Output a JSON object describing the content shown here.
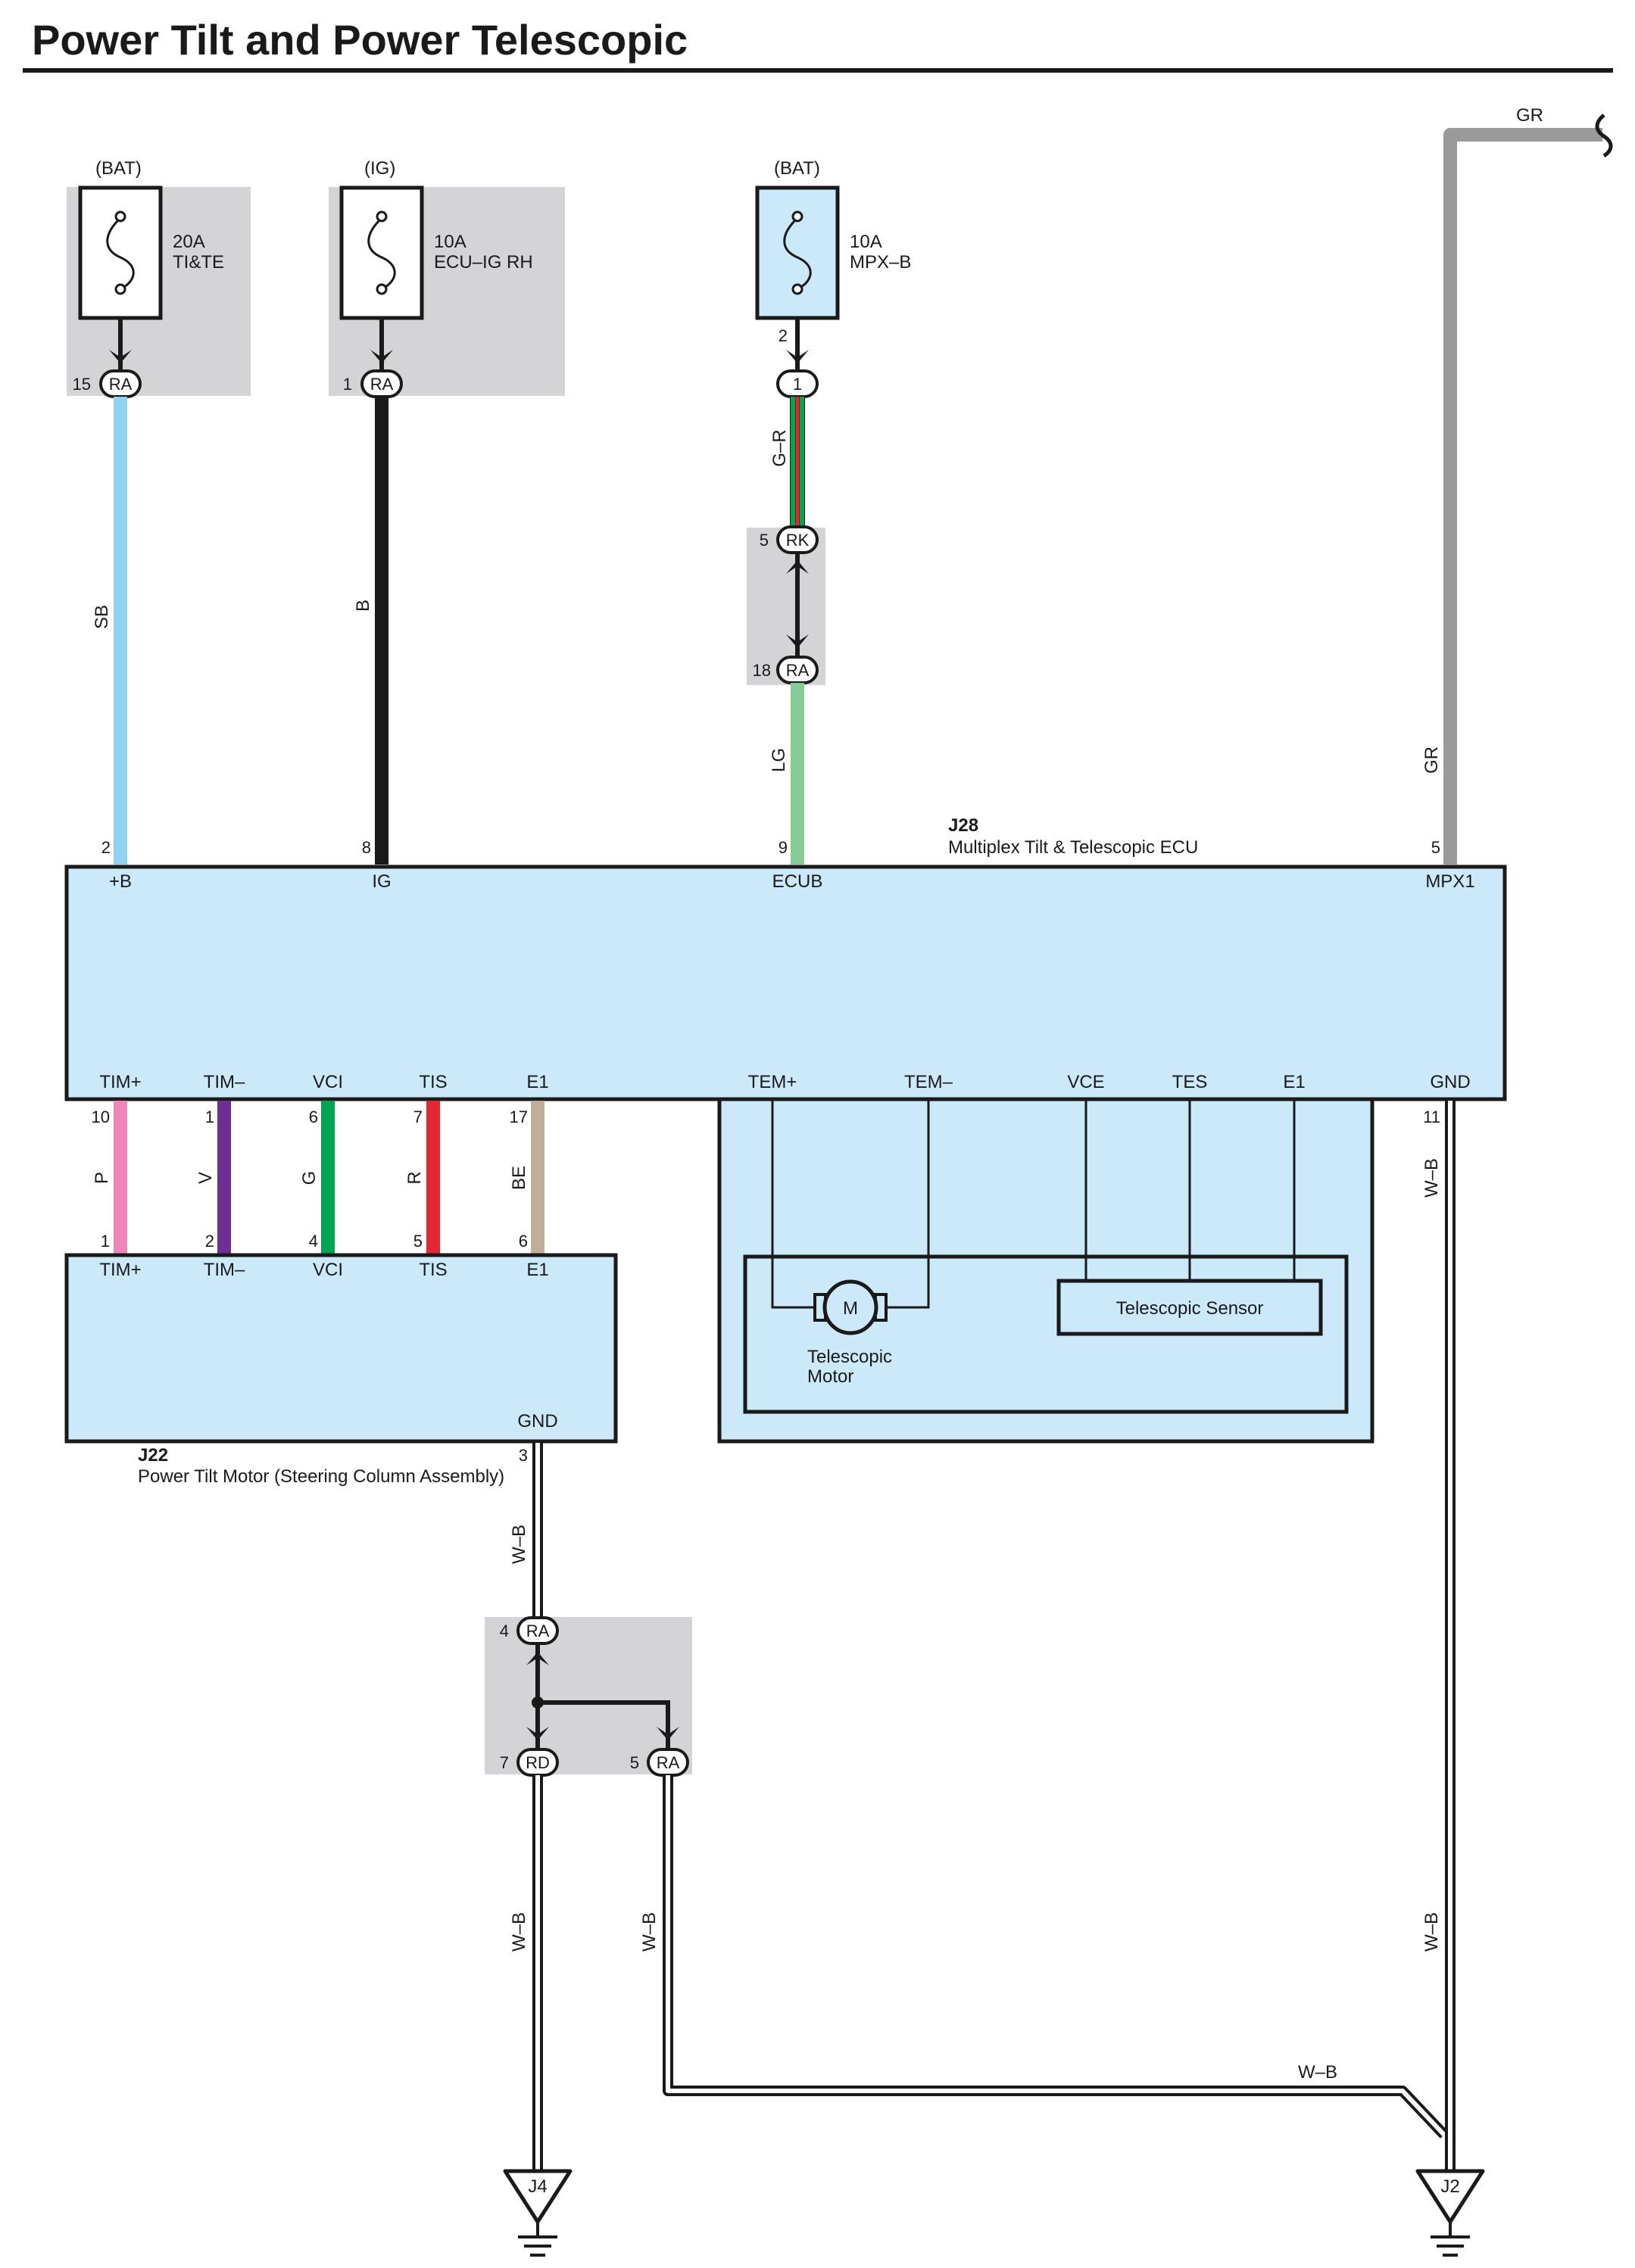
{
  "title": "Power Tilt and Power Telescopic",
  "colors": {
    "SB": "#8fd3f1",
    "B": "#1a1a1a",
    "LG": "#86cc97",
    "GR": "#9a9a9a",
    "P": "#ef86b9",
    "V": "#6d2f96",
    "G": "#00a551",
    "R": "#e42631",
    "BE": "#bfae98",
    "G-R_green": "#00a551",
    "G-R_red": "#e42631",
    "ecu_fill": "#cce9fa",
    "shade": "#d4d4d6"
  },
  "fuses": [
    {
      "source": "(BAT)",
      "rating": "20A",
      "name": "TI&TE",
      "pin": "15",
      "connector": "RA"
    },
    {
      "source": "(IG)",
      "rating": "10A",
      "name": "ECU–IG RH",
      "pin": "1",
      "connector": "RA"
    },
    {
      "source": "(BAT)",
      "rating": "10A",
      "name": "MPX–B",
      "pin": "2",
      "connector": "1"
    }
  ],
  "junction_rk": {
    "top_pin": "5",
    "top_connector": "RK",
    "bottom_pin": "18",
    "bottom_connector": "RA"
  },
  "wires": {
    "sb": "SB",
    "b": "B",
    "gr_wire": "G–R",
    "lg": "LG",
    "gr": "GR",
    "p": "P",
    "v": "V",
    "g": "G",
    "r": "R",
    "be": "BE",
    "wb": "W–B"
  },
  "ecu": {
    "id": "J28",
    "name": "Multiplex Tilt & Telescopic ECU",
    "top_terminals": [
      {
        "name": "+B",
        "pin": "2"
      },
      {
        "name": "IG",
        "pin": "8"
      },
      {
        "name": "ECUB",
        "pin": "9"
      },
      {
        "name": "MPX1",
        "pin": "5"
      }
    ],
    "bottom_terminals": [
      {
        "name": "TIM+",
        "pin": "10"
      },
      {
        "name": "TIM–",
        "pin": "1"
      },
      {
        "name": "VCI",
        "pin": "6"
      },
      {
        "name": "TIS",
        "pin": "7"
      },
      {
        "name": "E1",
        "pin": "17"
      },
      {
        "name": "TEM+"
      },
      {
        "name": "TEM–"
      },
      {
        "name": "VCE"
      },
      {
        "name": "TES"
      },
      {
        "name": "E1"
      },
      {
        "name": "GND",
        "pin": "11"
      }
    ],
    "motor_symbol": "M",
    "motor_label_1": "Telescopic",
    "motor_label_2": "Motor",
    "sensor": "Telescopic Sensor"
  },
  "tilt_motor": {
    "id": "J22",
    "name": "Power Tilt Motor (Steering Column Assembly)",
    "terminals": [
      {
        "name": "TIM+",
        "pin": "1"
      },
      {
        "name": "TIM–",
        "pin": "2"
      },
      {
        "name": "VCI",
        "pin": "4"
      },
      {
        "name": "TIS",
        "pin": "5"
      },
      {
        "name": "E1",
        "pin": "6"
      }
    ],
    "gnd": "GND",
    "gnd_pin": "3"
  },
  "junction_ra": {
    "top_pin": "4",
    "top_connector": "RA",
    "left_pin": "7",
    "left_connector": "RD",
    "right_pin": "5",
    "right_connector": "RA"
  },
  "grounds": [
    "J4",
    "J2"
  ]
}
